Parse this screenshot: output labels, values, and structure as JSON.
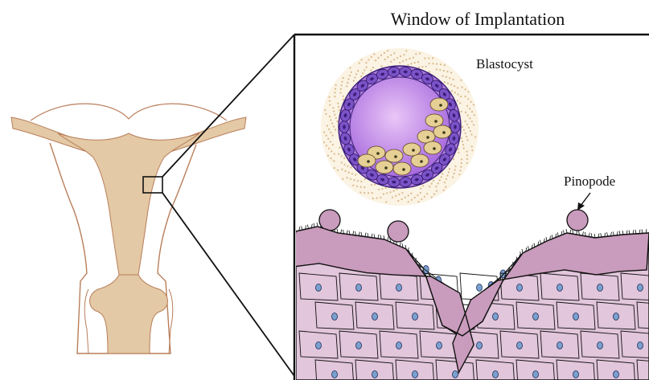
{
  "figure": {
    "title": "Window of Implantation",
    "labels": {
      "blastocyst": "Blastocyst",
      "pinopode": "Pinopode"
    }
  },
  "colors": {
    "uterus_fill": "#e3c9a5",
    "uterus_outline": "#b97e5a",
    "zona_dots": "#d9b98c",
    "trophoblast": "#7b52c7",
    "trophoblast_nucleus": "#3b1f7a",
    "cavity": "#c08be8",
    "inner_cell_mass": "#e6cf94",
    "epithelium": "#c99bbc",
    "stroma": "#e2c6dc",
    "cell_nucleus": "#7aa0cf",
    "outline": "#111111"
  }
}
